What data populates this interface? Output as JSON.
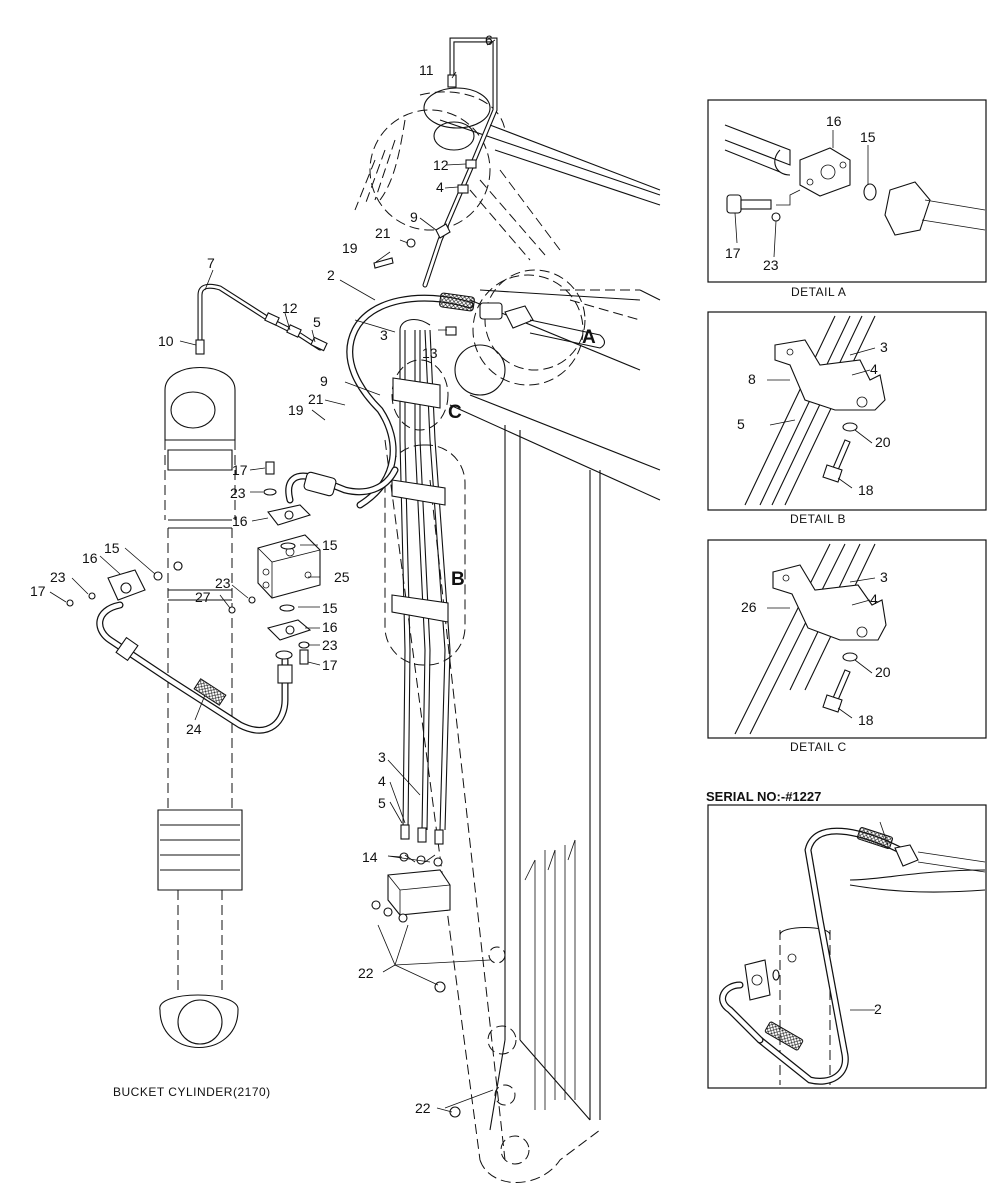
{
  "callouts": {
    "boom_top_6": "6",
    "boom_top_11": "11",
    "boom_top_12": "12",
    "boom_top_4": "4",
    "boom_top_9": "9",
    "boom_top_21": "21",
    "boom_top_19": "19",
    "boom_top_2": "2",
    "left_7": "7",
    "left_12": "12",
    "left_5": "5",
    "left_10": "10",
    "mid_3": "3",
    "mid_13": "13",
    "mid_9": "9",
    "mid_21": "21",
    "mid_19": "19",
    "detail_a_tag": "A",
    "detail_b_tag": "B",
    "detail_c_tag": "C",
    "blk_17a": "17",
    "blk_23a": "23",
    "blk_16a": "16",
    "blk_15a": "15",
    "blk_25": "25",
    "blk_23b": "23",
    "blk_27": "27",
    "blk_15b": "15",
    "blk_16b": "16",
    "blk_23c": "23",
    "blk_17b": "17",
    "pipe_16": "16",
    "pipe_15": "15",
    "pipe_23": "23",
    "pipe_17": "17",
    "pipe_24": "24",
    "low_3": "3",
    "low_4": "4",
    "low_5": "5",
    "low_14": "14",
    "low_22": "22",
    "bottom_22": "22"
  },
  "cylinder_label": "BUCKET CYLINDER(2170)",
  "detail_a": {
    "caption": "DETAIL  A",
    "l16": "16",
    "l15": "15",
    "l17": "17",
    "l23": "23"
  },
  "detail_b": {
    "caption": "DETAIL  B",
    "l3": "3",
    "l4": "4",
    "l8": "8",
    "l5": "5",
    "l20": "20",
    "l18": "18"
  },
  "detail_c": {
    "caption": "DETAIL  C",
    "l3": "3",
    "l4": "4",
    "l26": "26",
    "l20": "20",
    "l18": "18"
  },
  "serial": {
    "heading": "SERIAL NO:-#1227",
    "l2": "2"
  }
}
